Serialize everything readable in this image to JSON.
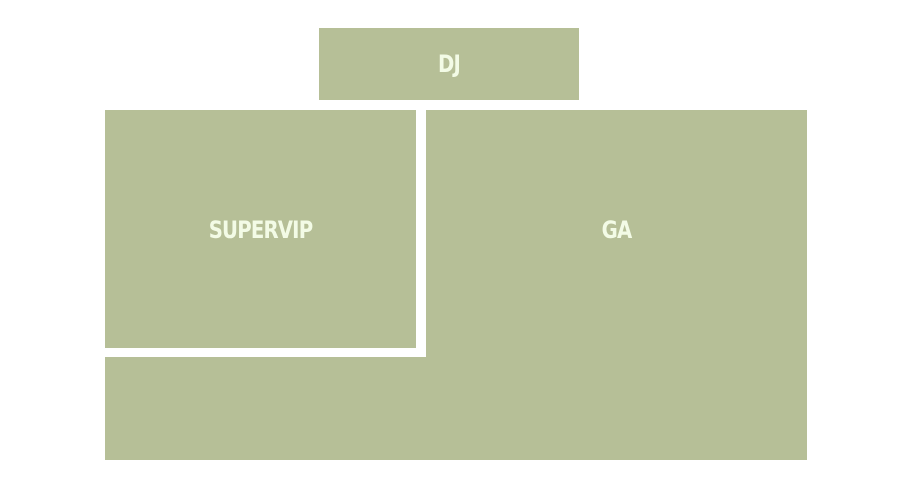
{
  "map": {
    "sections": {
      "dj": {
        "label": "DJ"
      },
      "supervip": {
        "label": "SUPERVIP"
      },
      "ga": {
        "label": "GA"
      }
    },
    "colors": {
      "section_fill": "#b6bf97",
      "label_text": "#f3fbe6",
      "background": "#ffffff"
    }
  }
}
